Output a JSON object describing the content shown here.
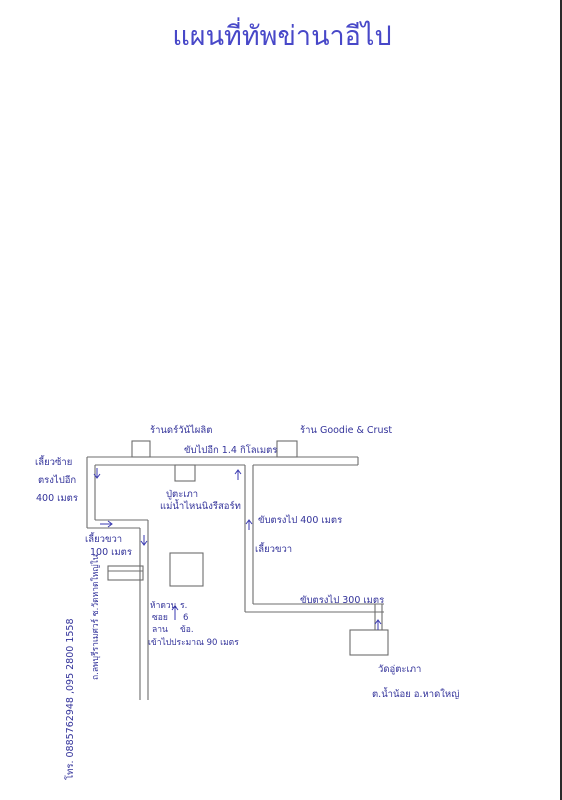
{
  "title": "แผนที่ทัพข่านาอีไป",
  "labels": {
    "shop_left": "ร้านดร์วัน้ไผลิต",
    "shop_right": "ร้าน Goodie & Crust",
    "drive_top": "ขับไปอีก 1.4 กิโลเมตร",
    "turn_left_top_1": "เลี้ยวซ้าย",
    "turn_left_top_2": "ตรงไปอีก",
    "turn_left_top_3": "400 เมตร",
    "post_office_1": "ปู่ตะเภา",
    "post_office_2": "แม่น้ำไหนนิงรีสอร์ท",
    "drive_400": "ขับตรงไป 400 เมตร",
    "turn_right_bottom_1": "เลี้ยวขวา",
    "turn_right_bottom_2": "100 เมตร",
    "turn_right_mid": "เลี้ยวขวา",
    "drive_300": "ขับตรงไป 300 เมตร",
    "house_note_1": "ห้าดวน",
    "house_note_2": "ซอย",
    "house_note_3": "ลาน",
    "house_note_4": "เข้าไปประมาณ 90 เมตร",
    "house_code_1": "ร.",
    "house_code_2": "6",
    "house_code_3": "ข้อ.",
    "temple_1": "วัดอู่ตะเภา",
    "temple_2": "ต.น้ำน้อย อ.หาดใหญ่",
    "phone": "โทร. 0885762948 ,095 2800 1558",
    "vertical_note": "ถ.ลพบุรีราเมศวร์ ซ.วัดหาดใหญ่ใน"
  }
}
